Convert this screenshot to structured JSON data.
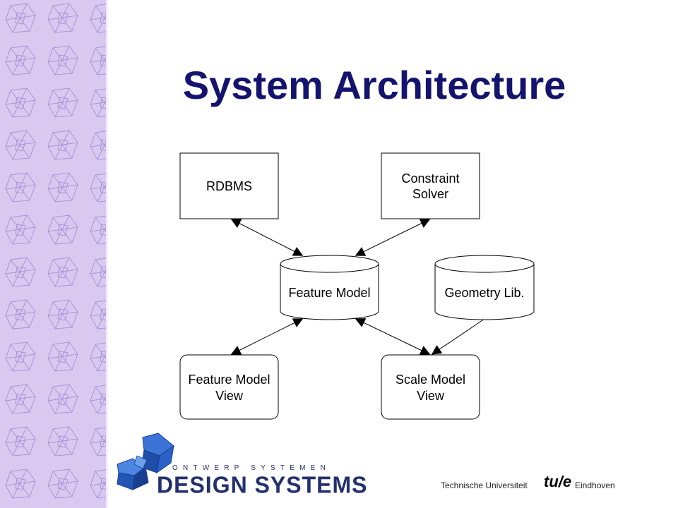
{
  "slide": {
    "title": "System Architecture"
  },
  "diagram": {
    "nodes": {
      "rdbms": {
        "lines": [
          "RDBMS"
        ]
      },
      "constraint_solver": {
        "lines": [
          "Constraint",
          "Solver"
        ]
      },
      "feature_model": {
        "lines": [
          "Feature Model"
        ]
      },
      "geometry_lib": {
        "lines": [
          "Geometry Lib."
        ]
      },
      "feature_model_view": {
        "lines": [
          "Feature Model",
          "View"
        ]
      },
      "scale_model_view": {
        "lines": [
          "Scale Model",
          "View"
        ]
      }
    },
    "connections": [
      {
        "from": "feature_model",
        "to": "rdbms",
        "arrows": "both"
      },
      {
        "from": "feature_model",
        "to": "constraint_solver",
        "arrows": "both"
      },
      {
        "from": "feature_model",
        "to": "feature_model_view",
        "arrows": "both"
      },
      {
        "from": "feature_model",
        "to": "scale_model_view",
        "arrows": "both"
      },
      {
        "from": "geometry_lib",
        "to": "scale_model_view",
        "arrows": "end"
      }
    ]
  },
  "footer": {
    "logo_line1": "ONTWERP SYSTEMEN",
    "logo_line2": "DESIGN SYSTEMS",
    "university_left": "Technische Universiteit",
    "university_mark": "tu/e",
    "university_right": "Eindhoven"
  },
  "colors": {
    "title": "#14146e",
    "sidebar": "#d9c9f1",
    "logo_blue": "#24306e",
    "logo_cube": "#2a62c9"
  }
}
